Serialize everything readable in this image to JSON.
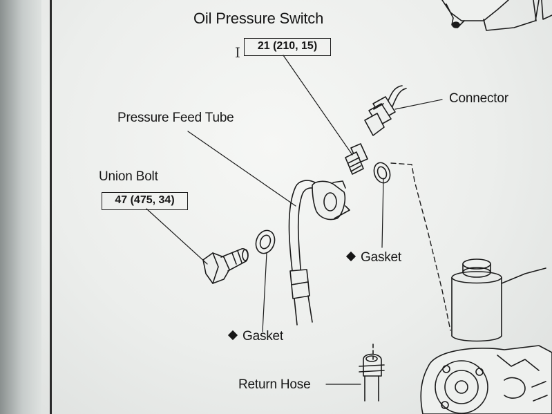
{
  "labels": {
    "oil_pressure_switch": "Oil Pressure Switch",
    "oil_pressure_switch_torque": "21 (210, 15)",
    "connector": "Connector",
    "pressure_feed_tube": "Pressure Feed Tube",
    "union_bolt": "Union Bolt",
    "union_bolt_torque": "47 (475, 34)",
    "gasket_right": "Gasket",
    "gasket_left": "Gasket",
    "return_hose": "Return Hose"
  },
  "cursor_glyph": "I",
  "colors": {
    "ink": "#161616",
    "paper": "#eef0ee",
    "bezel": "#8f9594"
  }
}
